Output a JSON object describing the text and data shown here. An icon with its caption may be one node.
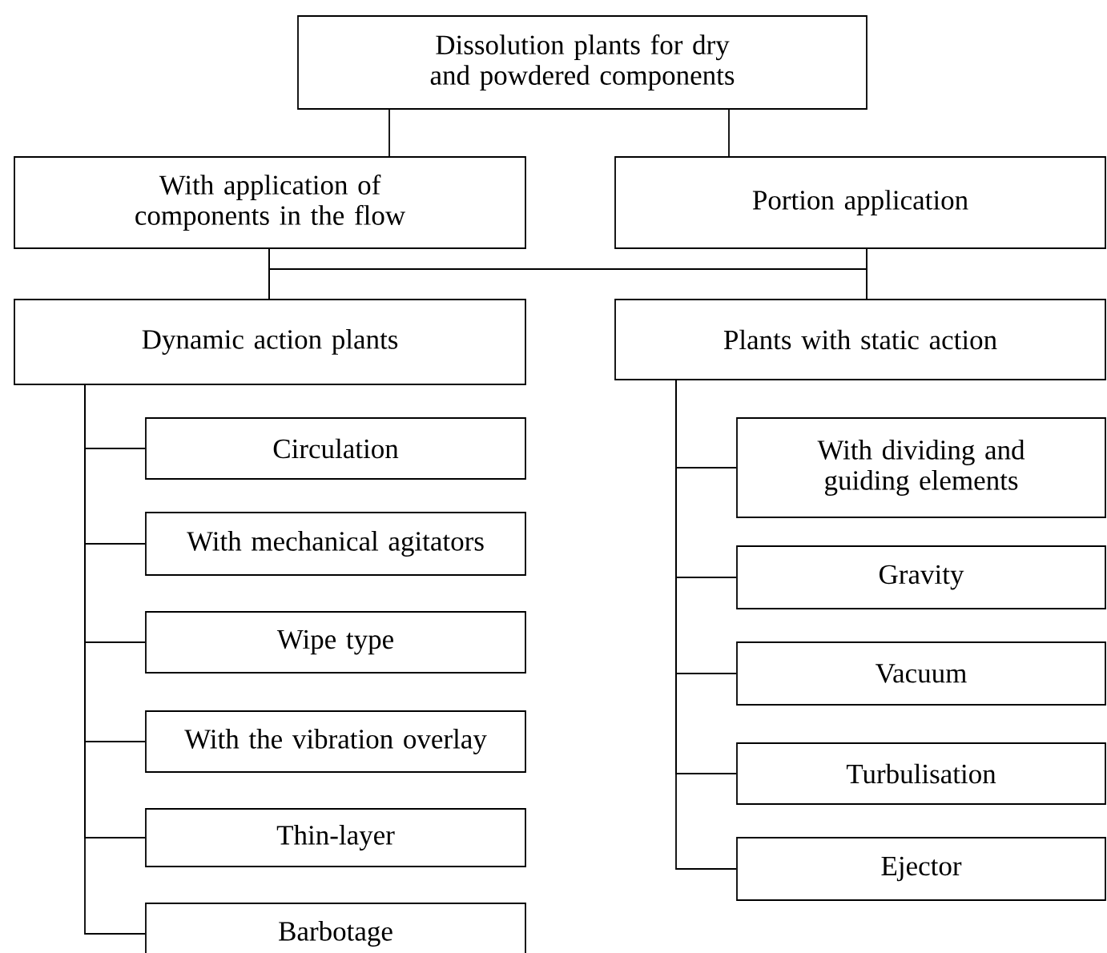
{
  "diagram": {
    "nodes": [
      {
        "text": [
          "Dissolution plants for dry and powdered components"
        ]
      },
      {
        "text": [
          "With application of components in the flow"
        ]
      },
      {
        "text": [
          "Portion application"
        ]
      },
      {
        "text": [
          "Dynamic action plants"
        ]
      },
      {
        "text": [
          "Plants with static action"
        ]
      },
      {
        "text": [
          "Circulation"
        ]
      },
      {
        "text": [
          "With mechanical agitators"
        ]
      },
      {
        "text": [
          "Wipe type"
        ]
      },
      {
        "text": [
          "With the vibration overlay"
        ]
      },
      {
        "text": [
          "Thin-layer"
        ]
      },
      {
        "text": [
          "Barbotage"
        ]
      },
      {
        "text": [
          "With dividing and guiding elements"
        ]
      },
      {
        "text": [
          "Gravity"
        ]
      },
      {
        "text": [
          "Vacuum"
        ]
      },
      {
        "text": [
          "Turbulisation"
        ]
      },
      {
        "text": [
          "Ejector"
        ]
      }
    ],
    "edges": [
      {
        "from": 0,
        "to": 1,
        "arrow": "none"
      },
      {
        "from": 0,
        "to": 2,
        "arrow": "none"
      },
      {
        "from": 1,
        "to": 3,
        "arrow": "none"
      },
      {
        "from": 1,
        "to": 4,
        "arrow": "none"
      },
      {
        "from": 2,
        "to": 3,
        "arrow": "none"
      },
      {
        "from": 2,
        "to": 4,
        "arrow": "none"
      },
      {
        "from": 3,
        "to": 5,
        "arrow": "none"
      },
      {
        "from": 3,
        "to": 6,
        "arrow": "none"
      },
      {
        "from": 3,
        "to": 7,
        "arrow": "none"
      },
      {
        "from": 3,
        "to": 8,
        "arrow": "none"
      },
      {
        "from": 3,
        "to": 9,
        "arrow": "none"
      },
      {
        "from": 3,
        "to": 10,
        "arrow": "none"
      },
      {
        "from": 4,
        "to": 11,
        "arrow": "none"
      },
      {
        "from": 4,
        "to": 12,
        "arrow": "none"
      },
      {
        "from": 4,
        "to": 13,
        "arrow": "none"
      },
      {
        "from": 4,
        "to": 14,
        "arrow": "none"
      },
      {
        "from": 4,
        "to": 15,
        "arrow": "none"
      }
    ]
  }
}
